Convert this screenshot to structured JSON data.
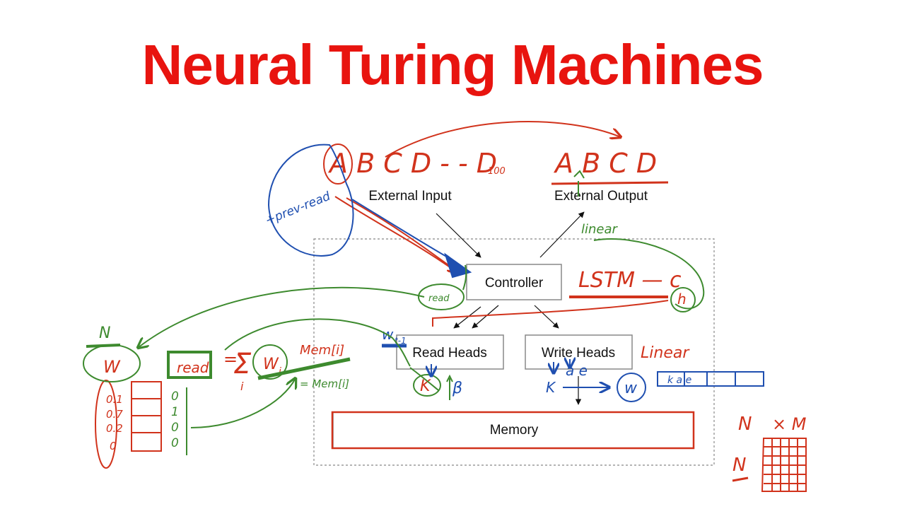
{
  "title": "Neural Turing Machines",
  "colors": {
    "title": "#e8140f",
    "red": "#d1331c",
    "blue": "#1f4fb0",
    "green": "#3d8a2e",
    "box": "#888888"
  },
  "labels": {
    "external_input": "External Input",
    "external_output": "External Output",
    "controller": "Controller",
    "read_heads": "Read Heads",
    "write_heads": "Write Heads",
    "memory": "Memory"
  },
  "annotations": {
    "input_sequence": "A B C D - - D",
    "input_subscript": "100",
    "output_sequence": "A B C D",
    "prev_read": "+prev-read",
    "linear_top": "linear",
    "lstm": "LSTM — c",
    "h": "h",
    "read_small": "read",
    "w_prev": "w",
    "w_prev_sub": "t-1",
    "k_read": "K",
    "beta": "β",
    "linear_right": "Linear",
    "write_params": "k a e",
    "k_write": "K",
    "a_e": "a e",
    "w_write": "w",
    "n_top": "N",
    "w_left": "W",
    "read_formula_lhs": "read",
    "eq": "=",
    "sigma": "Σ",
    "sum_sub": "i",
    "w_i": "W",
    "w_i_sub": "i",
    "mem_i": "Mem[i]",
    "mem_i_lower": "= Mem[i]",
    "weights": [
      "0.1",
      "0.7",
      "0.2",
      "0"
    ],
    "bits": [
      "0",
      "1",
      "0",
      "0"
    ],
    "n_label": "N",
    "m_label": "× M",
    "n_side": "N"
  }
}
